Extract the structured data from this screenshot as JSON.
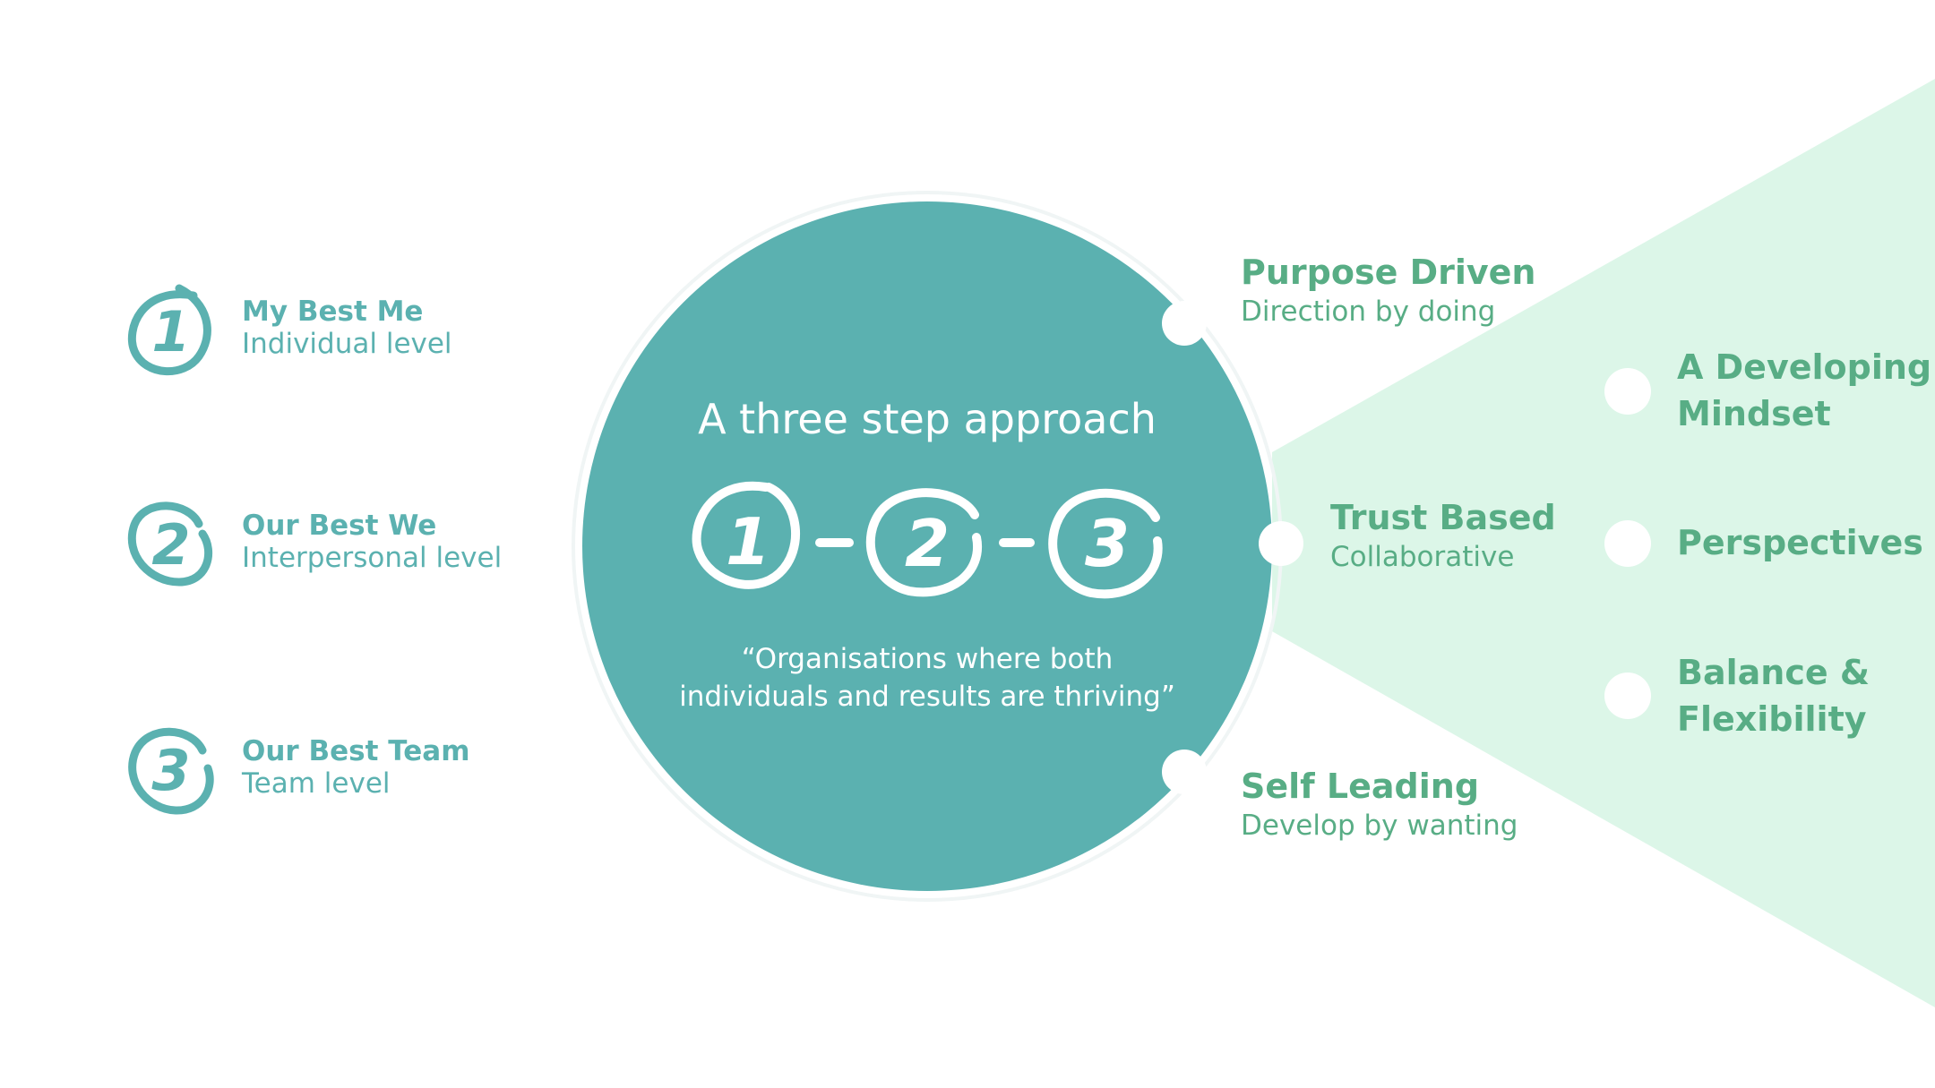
{
  "colors": {
    "teal": "#5bb1b0",
    "green_text": "#58ad85",
    "cone_fill": "#dcf6e8",
    "white": "#ffffff"
  },
  "steps": [
    {
      "number": "1",
      "title": "My Best Me",
      "subtitle": "Individual level"
    },
    {
      "number": "2",
      "title": "Our Best We",
      "subtitle": "Interpersonal level"
    },
    {
      "number": "3",
      "title": "Our Best Team",
      "subtitle": "Team level"
    }
  ],
  "center": {
    "title": "A three step approach",
    "sequence": [
      "1",
      "2",
      "3"
    ],
    "quote_line1": "“Organisations where both",
    "quote_line2": "individuals and results are thriving”"
  },
  "pillars": [
    {
      "title": "Purpose Driven",
      "subtitle": "Direction by doing"
    },
    {
      "title": "Trust Based",
      "subtitle": "Collaborative"
    },
    {
      "title": "Self Leading",
      "subtitle": "Develop by wanting"
    }
  ],
  "trust_items": [
    {
      "line1": "A Developing",
      "line2": "Mindset"
    },
    {
      "line1": "Perspectives",
      "line2": ""
    },
    {
      "line1": "Balance &",
      "line2": "Flexibility"
    }
  ]
}
